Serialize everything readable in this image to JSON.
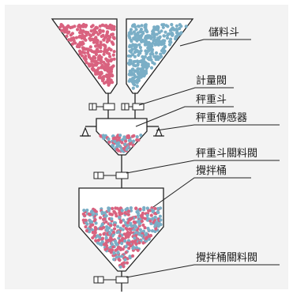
{
  "labels": {
    "storage_hopper": "儲料斗",
    "metering_valve": "計量閥",
    "weigh_hopper": "秤重斗",
    "load_cell": "秤重傳感器",
    "weigh_hopper_discharge_valve": "秤重斗關料閥",
    "mixing_tank": "攪拌桶",
    "mixing_tank_discharge_valve": "攪拌桶關料閥"
  },
  "colors": {
    "material_a": "#d9627f",
    "material_b": "#7aaec6",
    "background": "#f3f3f3",
    "line": "#222222"
  }
}
